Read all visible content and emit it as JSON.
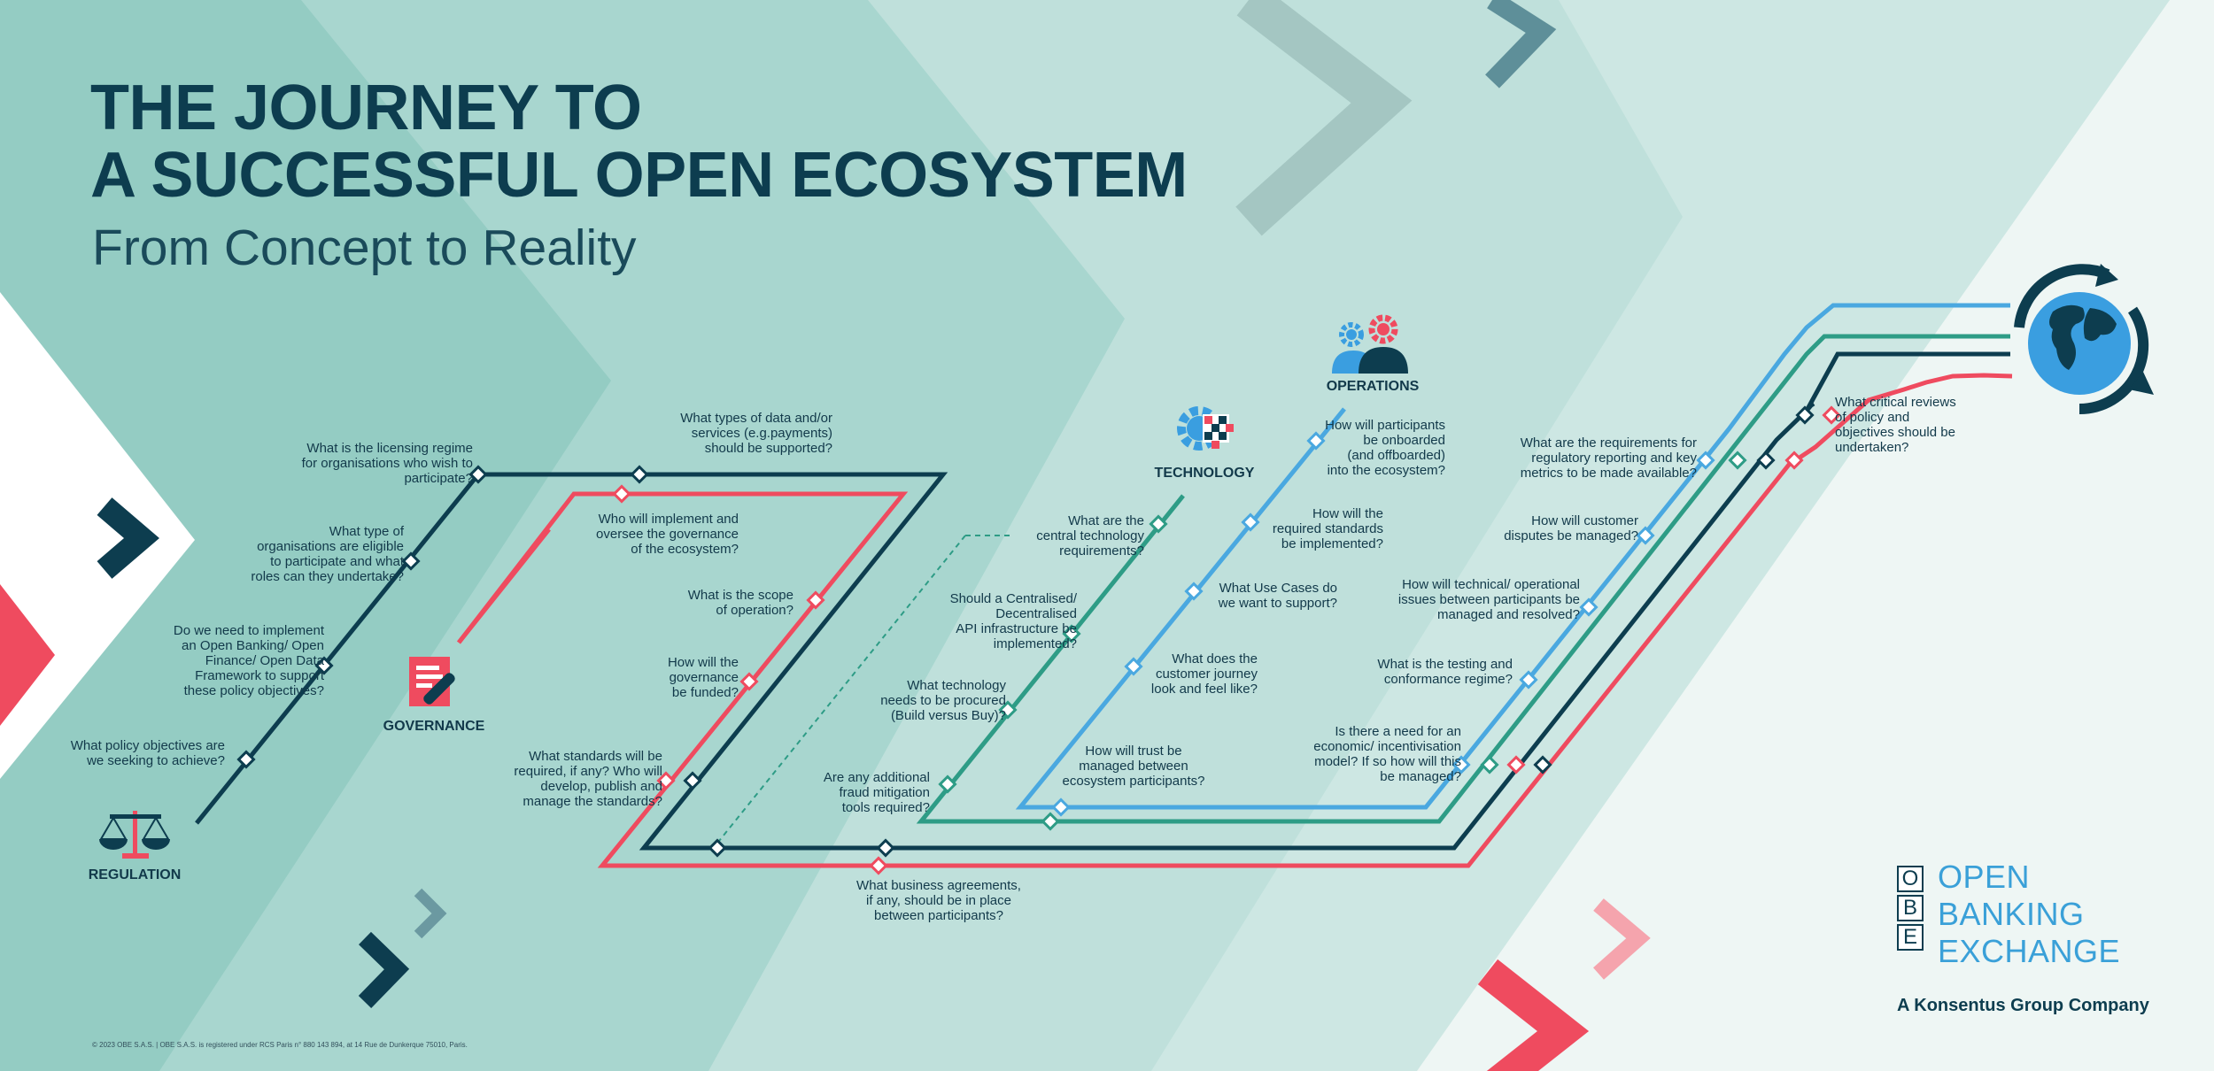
{
  "title_lines": [
    "THE JOURNEY TO",
    "A SUCCESSFUL OPEN ECOSYSTEM"
  ],
  "subtitle": "From Concept to Reality",
  "colors": {
    "navy": "#0d3d4f",
    "red": "#ef4b5f",
    "teal": "#2e9c86",
    "blue": "#4aa8e0",
    "bg_teal": "#9dd1c8",
    "bg_light": "#eef6f4"
  },
  "stages": {
    "regulation": "REGULATION",
    "governance": "GOVERNANCE",
    "technology": "TECHNOLOGY",
    "operations": "OPERATIONS"
  },
  "icons": {
    "regulation": "scales-icon",
    "governance": "document-pen-icon",
    "technology": "gear-pixels-icon",
    "operations": "people-gears-icon",
    "destination": "globe-cycle-icon"
  },
  "questions": {
    "licensing": "What is the licensing regime\nfor organisations who wish to\nparticipate?",
    "org_type": "What type of\norganisations are eligible\nto participate and what\nroles can they undertake?",
    "framework": "Do we need to implement\nan Open Banking/ Open\nFinance/ Open Data\nFramework to support\nthese policy objectives?",
    "policy": "What policy objectives are\nwe seeking to achieve?",
    "data_types": "What types of data and/or\nservices (e.g.payments)\nshould be supported?",
    "oversee": "Who will implement and\noversee the governance\nof the ecosystem?",
    "scope": "What is the scope\nof  operation?",
    "funded": "How will the\ngovernance\nbe funded?",
    "standards": "What standards will be\nrequired, if any? Who will\ndevelop, publish and\nmanage the standards?",
    "central_tech": "What are the\ncentral technology\nrequirements?",
    "api_infra": "Should a Centralised/\nDecentralised\nAPI infrastructure be\nimplemented?",
    "procure": "What technology\nneeds to be procured\n(Build versus Buy)?",
    "fraud": "Are any additional\nfraud mitigation\ntools required?",
    "business_agreements": "What business agreements,\nif any, should be in place\nbetween participants?",
    "onboarded": "How will participants\nbe onboarded\n(and offboarded)\ninto the ecosystem?",
    "required_standards": "How will the\nrequired standards\nbe implemented?",
    "use_cases": "What Use Cases do\nwe want to support?",
    "journey": "What does the\ncustomer journey\nlook and feel like?",
    "trust": "How will trust be\nmanaged between\necosystem participants?",
    "reporting": "What are the requirements for\nregulatory reporting and key\nmetrics to be made available?",
    "disputes": "How will customer\ndisputes be managed?",
    "issues": "How will technical/ operational\nissues between participants be\nmanaged and resolved?",
    "testing": "What is the testing and\nconformance regime?",
    "incentivisation": "Is there a need for an\neconomic/ incentivisation\nmodel? If so how will this\nbe managed?",
    "reviews": "What critical reviews\nof policy and\nobjectives should be\nundertaken?"
  },
  "logo": {
    "letters": [
      "O",
      "B",
      "E"
    ],
    "words": [
      "OPEN",
      "BANKING",
      "EXCHANGE"
    ],
    "tagline": "A Konsentus Group Company"
  },
  "footer": "© 2023 OBE S.A.S.  |  OBE S.A.S. is registered under RCS Paris n° 880 143 894, at 14 Rue de Dunkerque 75010, Paris."
}
